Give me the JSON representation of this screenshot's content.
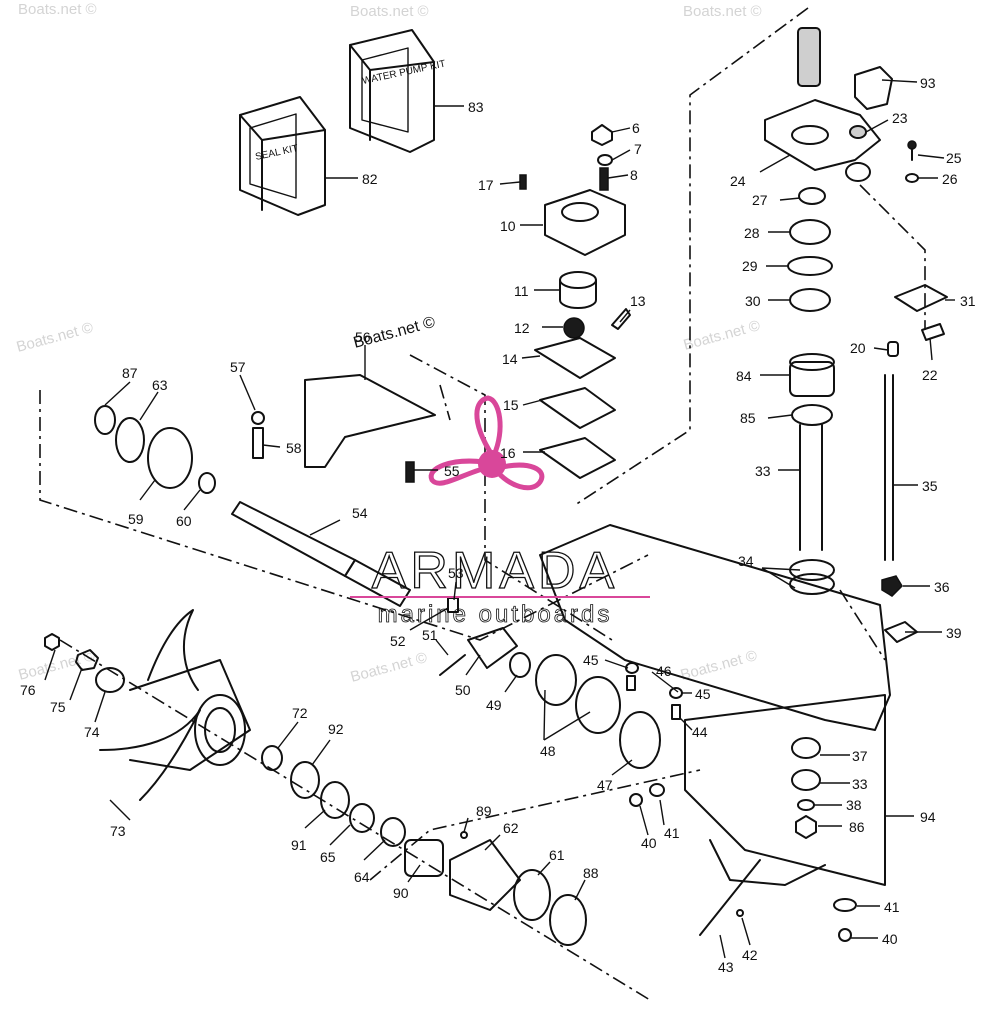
{
  "watermarks": [
    "Boats.net ©",
    "Boats.net ©",
    "Boats.net ©",
    "Boats.net ©",
    "Boats.net ©",
    "Boats.net ©",
    "Boats.net ©",
    "Boats.net ©",
    "Boats.net ©"
  ],
  "logo": {
    "name": "ARMADA",
    "tagline": "marine outboards",
    "color": "#d9479a"
  },
  "kits": {
    "water_pump": "WATER PUMP KIT",
    "seal": "SEAL KIT"
  },
  "labels": [
    "93",
    "83",
    "6",
    "23",
    "7",
    "25",
    "82",
    "17",
    "8",
    "24",
    "26",
    "27",
    "10",
    "28",
    "29",
    "11",
    "13",
    "30",
    "31",
    "12",
    "20",
    "56",
    "14",
    "84",
    "22",
    "57",
    "87",
    "63",
    "15",
    "85",
    "58",
    "55",
    "16",
    "33",
    "35",
    "59",
    "60",
    "54",
    "34",
    "53",
    "36",
    "52",
    "51",
    "45",
    "46",
    "39",
    "76",
    "50",
    "45",
    "75",
    "74",
    "49",
    "44",
    "72",
    "48",
    "92",
    "37",
    "73",
    "47",
    "33",
    "89",
    "38",
    "41",
    "40",
    "62",
    "91",
    "65",
    "86",
    "94",
    "64",
    "61",
    "90",
    "88",
    "41",
    "40",
    "42",
    "43"
  ],
  "colors": {
    "line": "#111111",
    "watermark": "#d4d4d4",
    "accent": "#d9479a"
  }
}
